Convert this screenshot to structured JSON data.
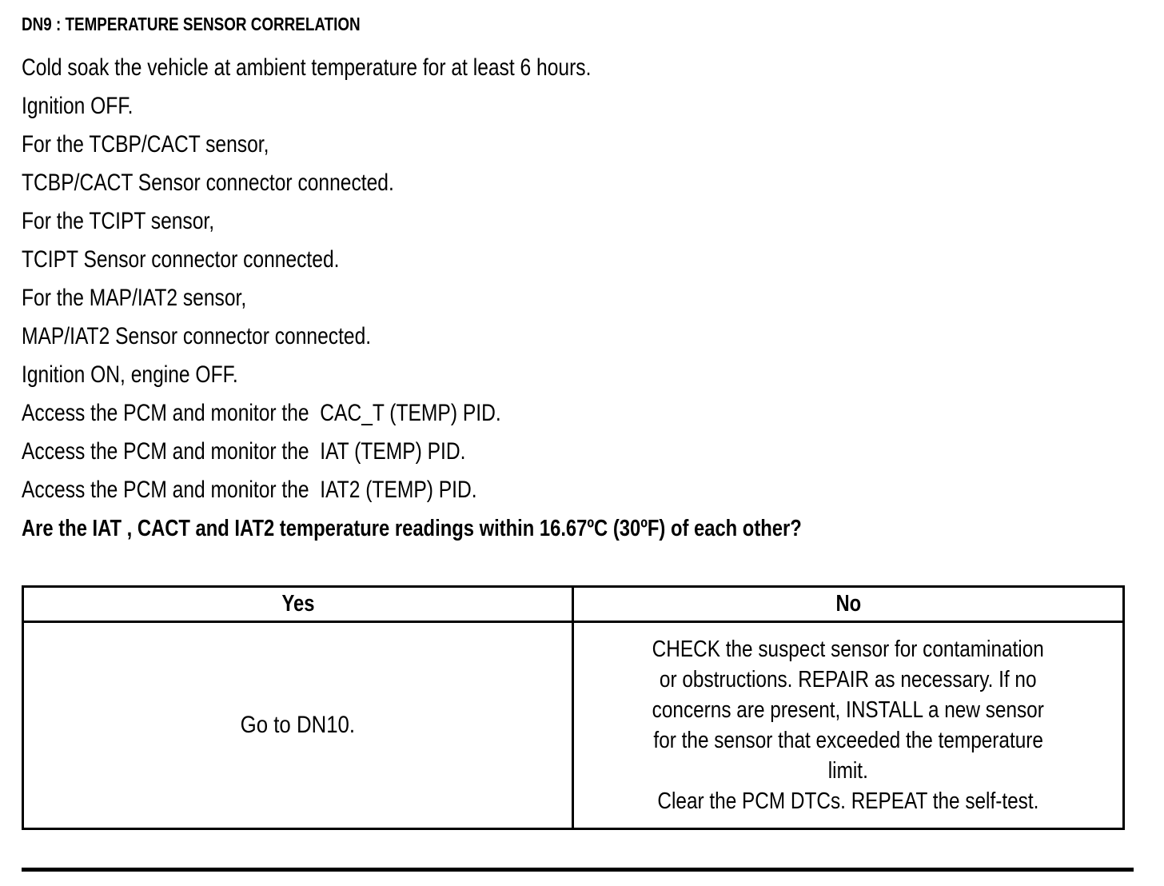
{
  "document": {
    "title": "DN9 : TEMPERATURE SENSOR CORRELATION",
    "steps": [
      "Cold soak the vehicle at ambient temperature for at least 6 hours.",
      "Ignition OFF.",
      "For the TCBP/CACT sensor,",
      "TCBP/CACT Sensor connector connected.",
      "For the TCIPT sensor,",
      "TCIPT Sensor connector connected.",
      "For the MAP/IAT2 sensor,",
      "MAP/IAT2 Sensor connector connected.",
      "Ignition ON, engine OFF.",
      "Access the PCM and monitor the  CAC_T (TEMP) PID.",
      "Access the PCM and monitor the  IAT (TEMP) PID.",
      "Access the PCM and monitor the  IAT2 (TEMP) PID."
    ],
    "question": "Are the IAT , CACT and IAT2 temperature readings within 16.67ºC (30ºF) of each other?"
  },
  "answer_table": {
    "headers": {
      "yes": "Yes",
      "no": "No"
    },
    "yes_cell": {
      "text": "Go to DN10."
    },
    "no_cell": {
      "lines": [
        "CHECK the suspect sensor for contamination",
        "or obstructions. REPAIR as necessary. If no",
        "concerns are present, INSTALL a new sensor",
        "for the sensor that exceeded the temperature",
        "limit.",
        "Clear the PCM DTCs. REPEAT the self-test."
      ]
    }
  },
  "colors": {
    "text": "#000000",
    "background": "#ffffff",
    "rule": "#000000"
  }
}
